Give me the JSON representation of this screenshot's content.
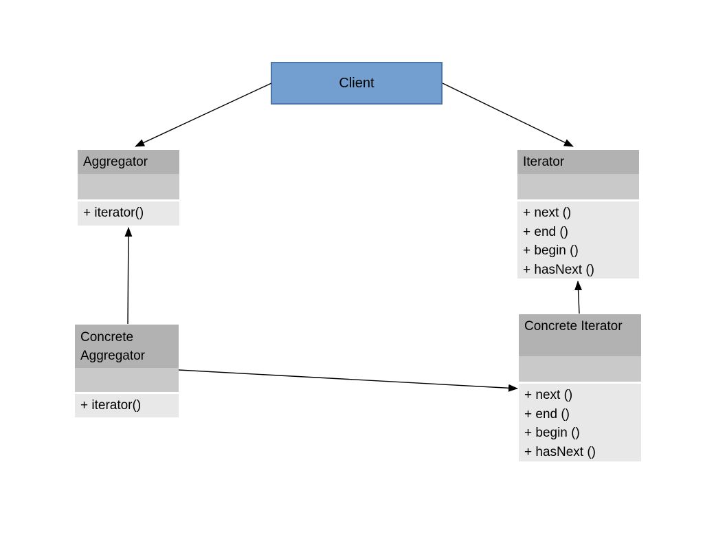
{
  "diagram": {
    "client": {
      "label": "Client"
    },
    "classes": [
      {
        "name": "Aggregator",
        "attributes": [],
        "methods": [
          "+ iterator()"
        ]
      },
      {
        "name": "Iterator",
        "attributes": [],
        "methods": [
          "+ next ()",
          "+ end ()",
          "+ begin ()",
          "+ hasNext ()"
        ]
      },
      {
        "name": "Concrete Aggregator",
        "attributes": [],
        "methods": [
          "+ iterator()"
        ]
      },
      {
        "name": "Concrete Iterator",
        "attributes": [],
        "methods": [
          "+ next ()",
          "+ end ()",
          "+ begin ()",
          "+ hasNext ()"
        ]
      }
    ],
    "relations": [
      {
        "from": "Client",
        "to": "Aggregator",
        "style": "solid-arrow"
      },
      {
        "from": "Client",
        "to": "Iterator",
        "style": "solid-arrow"
      },
      {
        "from": "Concrete Aggregator",
        "to": "Aggregator",
        "style": "solid-arrow"
      },
      {
        "from": "Concrete Iterator",
        "to": "Iterator",
        "style": "solid-arrow"
      },
      {
        "from": "Concrete Aggregator",
        "to": "Concrete Iterator",
        "style": "solid-arrow"
      }
    ],
    "colors": {
      "background": "#ffffff",
      "client_fill": "#729fcf",
      "client_border": "#4f74a8",
      "class_header": "#b2b2b2",
      "class_attributes": "#c9c9c9",
      "class_methods": "#e8e8e8",
      "arrow": "#000000",
      "text": "#000000"
    }
  }
}
